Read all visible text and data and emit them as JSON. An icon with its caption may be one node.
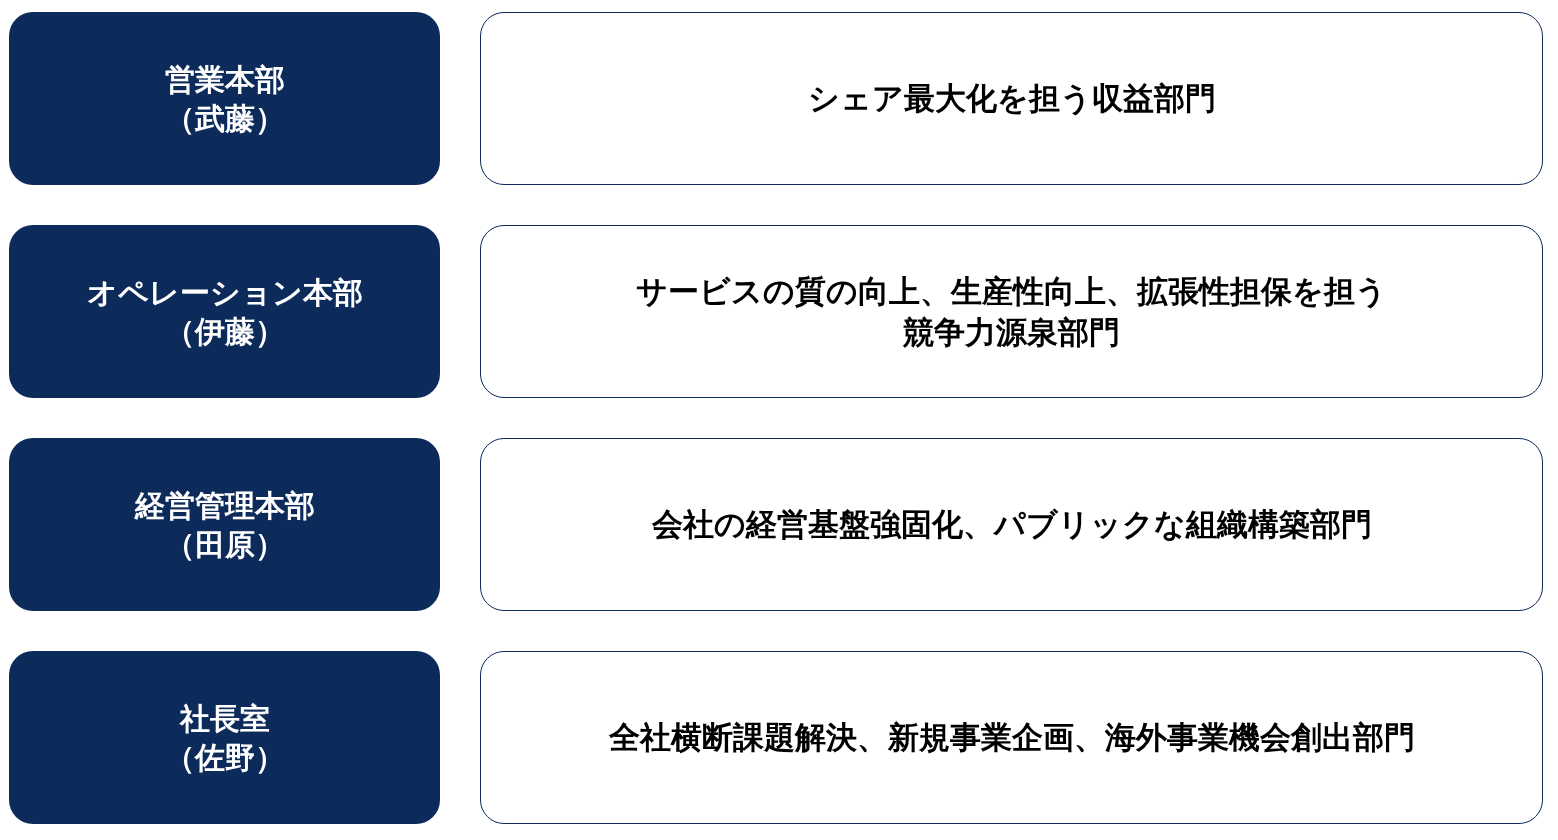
{
  "diagram": {
    "nodes": [
      {
        "text": [
          "営業本部",
          "（武藤）"
        ]
      },
      {
        "text": [
          "シェア最大化を担う収益部門"
        ]
      },
      {
        "text": [
          "オペレーション本部",
          "（伊藤）"
        ]
      },
      {
        "text": [
          "サービスの質の向上、生産性向上、拡張性担保を担う競争力源泉部門"
        ]
      },
      {
        "text": [
          "経営管理本部",
          "（田原）"
        ]
      },
      {
        "text": [
          "会社の経営基盤強固化、パブリックな組織構築部門"
        ]
      },
      {
        "text": [
          "社長室",
          "（佐野）"
        ]
      },
      {
        "text": [
          "全社横断課題解決、新規事業企画、海外事業機会創出部門"
        ]
      }
    ]
  }
}
